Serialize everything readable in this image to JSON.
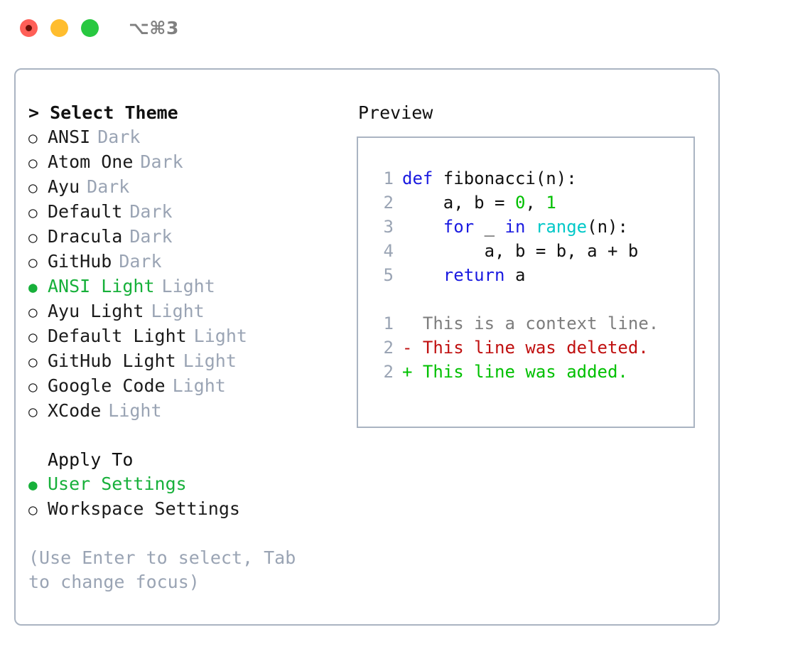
{
  "titlebar": {
    "buttons": [
      {
        "name": "close-button",
        "color": "#ff5f57"
      },
      {
        "name": "minimize-button",
        "color": "#ffbd2e"
      },
      {
        "name": "maximize-button",
        "color": "#28c840"
      }
    ],
    "shortcut": "⌥⌘3"
  },
  "theme_section": {
    "heading": "> Select Theme",
    "items": [
      {
        "bullet": "○",
        "label": "ANSI",
        "suffix": "Dark",
        "selected": false
      },
      {
        "bullet": "○",
        "label": "Atom One",
        "suffix": "Dark",
        "selected": false
      },
      {
        "bullet": "○",
        "label": "Ayu",
        "suffix": "Dark",
        "selected": false
      },
      {
        "bullet": "○",
        "label": "Default",
        "suffix": "Dark",
        "selected": false
      },
      {
        "bullet": "○",
        "label": "Dracula",
        "suffix": "Dark",
        "selected": false
      },
      {
        "bullet": "○",
        "label": "GitHub",
        "suffix": "Dark",
        "selected": false
      },
      {
        "bullet": "●",
        "label": "ANSI Light",
        "suffix": "Light",
        "selected": true
      },
      {
        "bullet": "○",
        "label": "Ayu Light",
        "suffix": "Light",
        "selected": false
      },
      {
        "bullet": "○",
        "label": "Default Light",
        "suffix": "Light",
        "selected": false
      },
      {
        "bullet": "○",
        "label": "GitHub Light",
        "suffix": "Light",
        "selected": false
      },
      {
        "bullet": "○",
        "label": "Google Code",
        "suffix": "Light",
        "selected": false
      },
      {
        "bullet": "○",
        "label": "XCode",
        "suffix": "Light",
        "selected": false
      }
    ]
  },
  "apply_section": {
    "heading": "Apply To",
    "items": [
      {
        "bullet": "●",
        "label": "User Settings",
        "selected": true
      },
      {
        "bullet": "○",
        "label": "Workspace Settings",
        "selected": false
      }
    ]
  },
  "hint": "(Use Enter to select, Tab to change focus)",
  "preview": {
    "title": "Preview",
    "code_lines": [
      {
        "no": "1",
        "tokens": [
          {
            "t": "def",
            "c": "kw"
          },
          {
            "t": " fibonacci(n):",
            "c": "txt"
          }
        ]
      },
      {
        "no": "2",
        "tokens": [
          {
            "t": "    a, b = ",
            "c": "txt"
          },
          {
            "t": "0",
            "c": "num"
          },
          {
            "t": ", ",
            "c": "txt"
          },
          {
            "t": "1",
            "c": "num"
          }
        ]
      },
      {
        "no": "3",
        "tokens": [
          {
            "t": "    ",
            "c": "txt"
          },
          {
            "t": "for",
            "c": "kw"
          },
          {
            "t": " _ ",
            "c": "txt"
          },
          {
            "t": "in",
            "c": "kw"
          },
          {
            "t": " ",
            "c": "txt"
          },
          {
            "t": "range",
            "c": "fn"
          },
          {
            "t": "(n):",
            "c": "txt"
          }
        ]
      },
      {
        "no": "4",
        "tokens": [
          {
            "t": "        a, b = b, a + b",
            "c": "txt"
          }
        ]
      },
      {
        "no": "5",
        "tokens": [
          {
            "t": "    ",
            "c": "txt"
          },
          {
            "t": "return",
            "c": "kw"
          },
          {
            "t": " a",
            "c": "txt"
          }
        ]
      }
    ],
    "diff_lines": [
      {
        "no": "1",
        "tokens": [
          {
            "t": "  This is a context line.",
            "c": "ctx"
          }
        ]
      },
      {
        "no": "2",
        "tokens": [
          {
            "t": "- This line was deleted.",
            "c": "del"
          }
        ]
      },
      {
        "no": "2",
        "tokens": [
          {
            "t": "+ This line was added.",
            "c": "add"
          }
        ]
      }
    ]
  },
  "colors": {
    "accent_green": "#17b03a",
    "muted": "#9aa4b4",
    "keyword": "#1a1ae0",
    "function": "#00c8c8",
    "number": "#00c000",
    "deleted": "#c01010",
    "added": "#00c000",
    "border": "#aab4c2"
  }
}
